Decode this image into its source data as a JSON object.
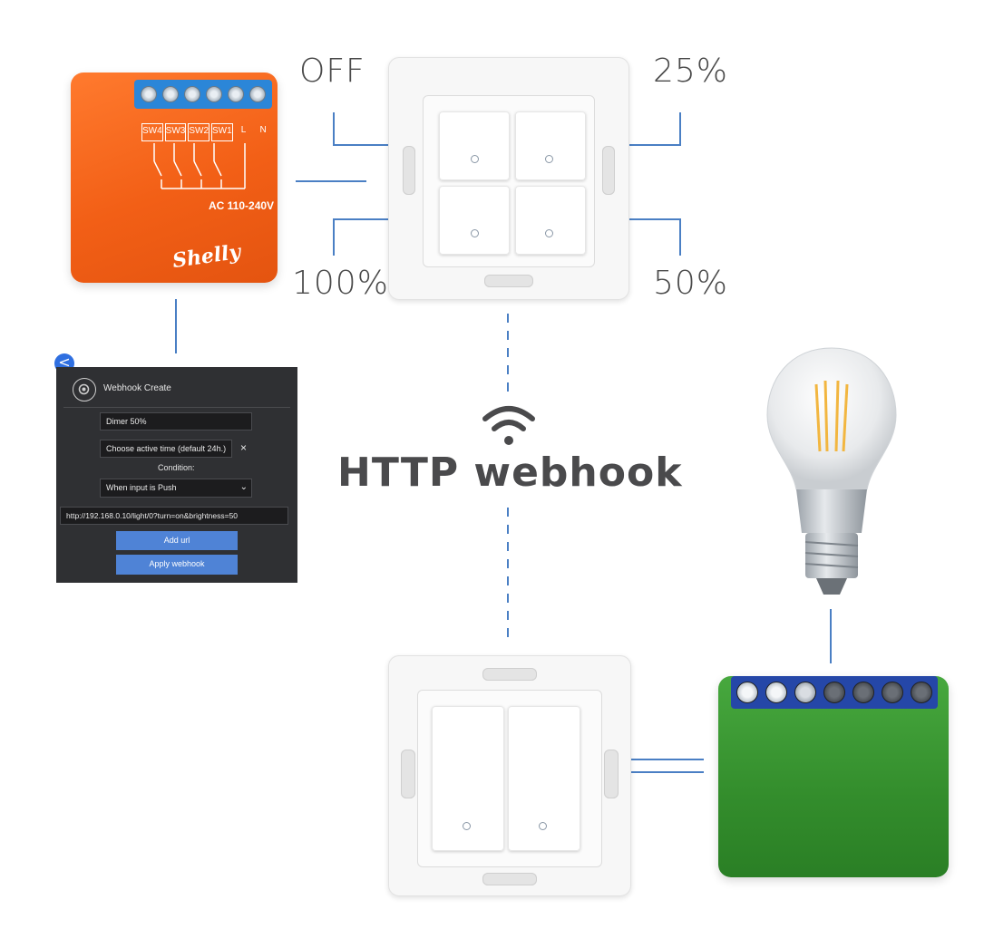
{
  "title": "HTTP webhook",
  "switch_labels": {
    "top_left": "OFF",
    "top_right": "25%",
    "bottom_left": "100%",
    "bottom_right": "50%"
  },
  "shelly": {
    "terminal_labels": [
      "SW4",
      "SW3",
      "SW2",
      "SW1",
      "L",
      "N"
    ],
    "voltage": "AC 110-240V",
    "logo": "Shelly"
  },
  "app": {
    "back_icon": "<",
    "title": "Webhook Create",
    "name_value": "Dimer 50%",
    "time_value": "Choose active time (default 24h.)",
    "clear_icon": "×",
    "condition_label": "Condition:",
    "condition_value": "When input is Push",
    "url_value": "http://192.168.0.10/light/0?turn=on&brightness=50",
    "add_url": "Add url",
    "apply": "Apply webhook"
  },
  "colors": {
    "connector_line": "#4a7fc4",
    "shelly_orange": "#f25f16",
    "relay_green": "#338d2c",
    "panel_bg": "#2f3033",
    "button_blue": "#4f83d6"
  },
  "icons": [
    "wifi-icon",
    "gear-icon",
    "chevron-down-icon",
    "back-arrow-icon",
    "close-icon",
    "light-bulb-icon"
  ]
}
